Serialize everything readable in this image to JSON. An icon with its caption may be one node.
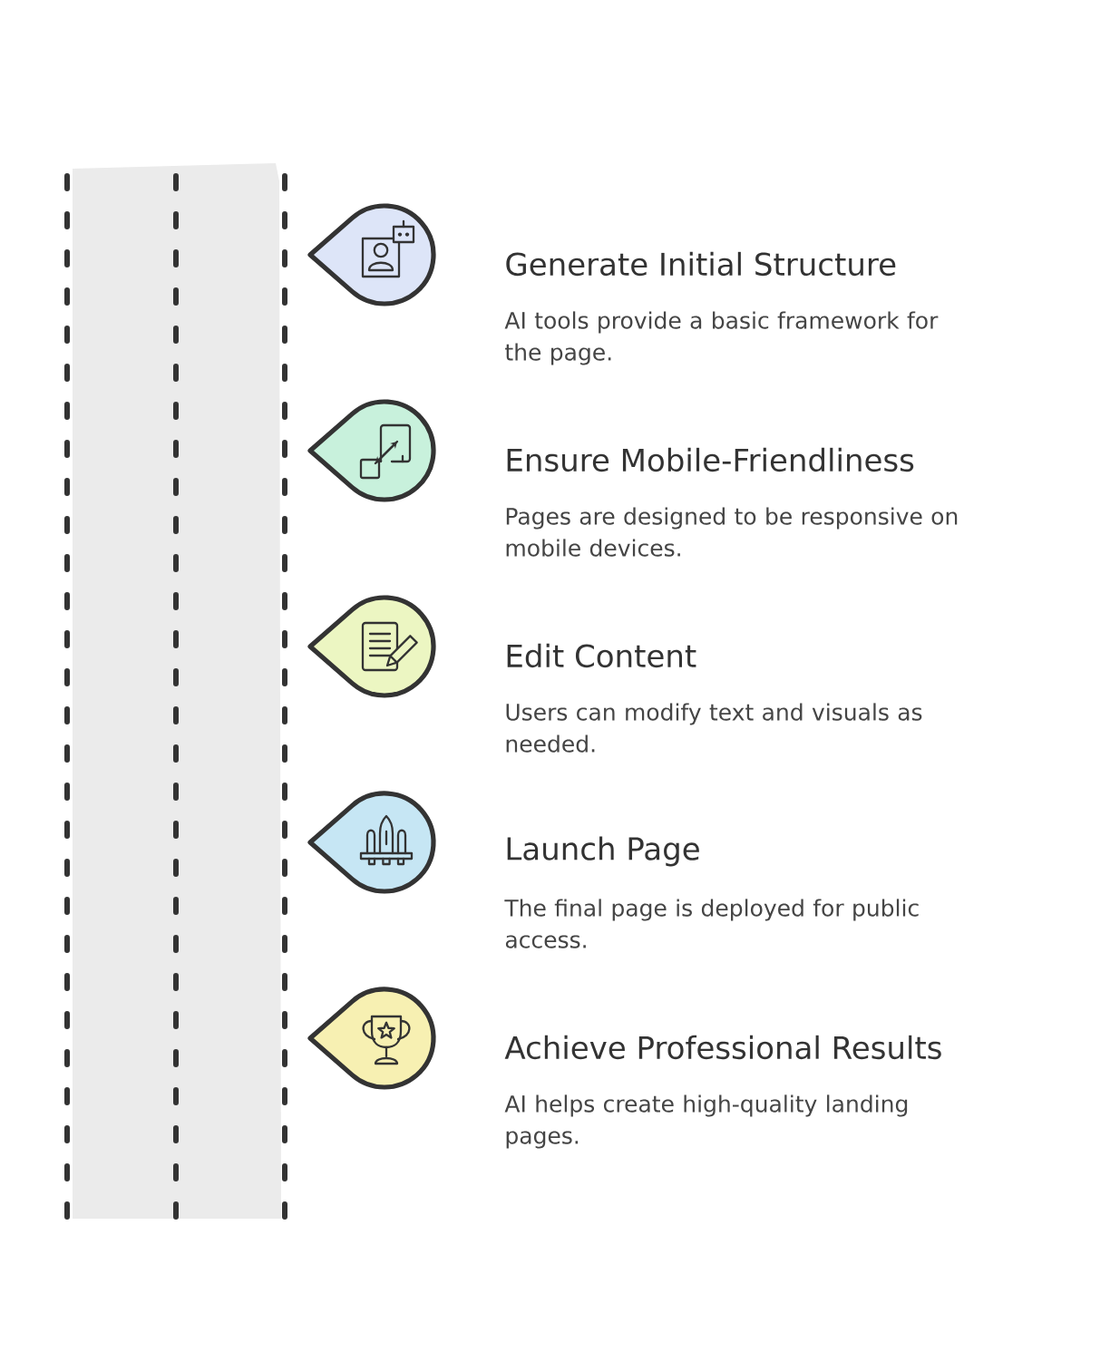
{
  "diagram": {
    "nodes": [
      {
        "text": [
          "Generate Initial Structure",
          "AI tools provide a basic framework for the page."
        ]
      },
      {
        "text": [
          "Ensure Mobile-Friendliness",
          "Pages are designed to be responsive on mobile devices."
        ]
      },
      {
        "text": [
          "Edit Content",
          "Users can modify text and visuals as needed."
        ]
      },
      {
        "text": [
          "Launch Page",
          "The final page is deployed for public access."
        ]
      },
      {
        "text": [
          "Achieve Professional Results",
          "AI helps create high-quality landing pages."
        ]
      }
    ]
  }
}
